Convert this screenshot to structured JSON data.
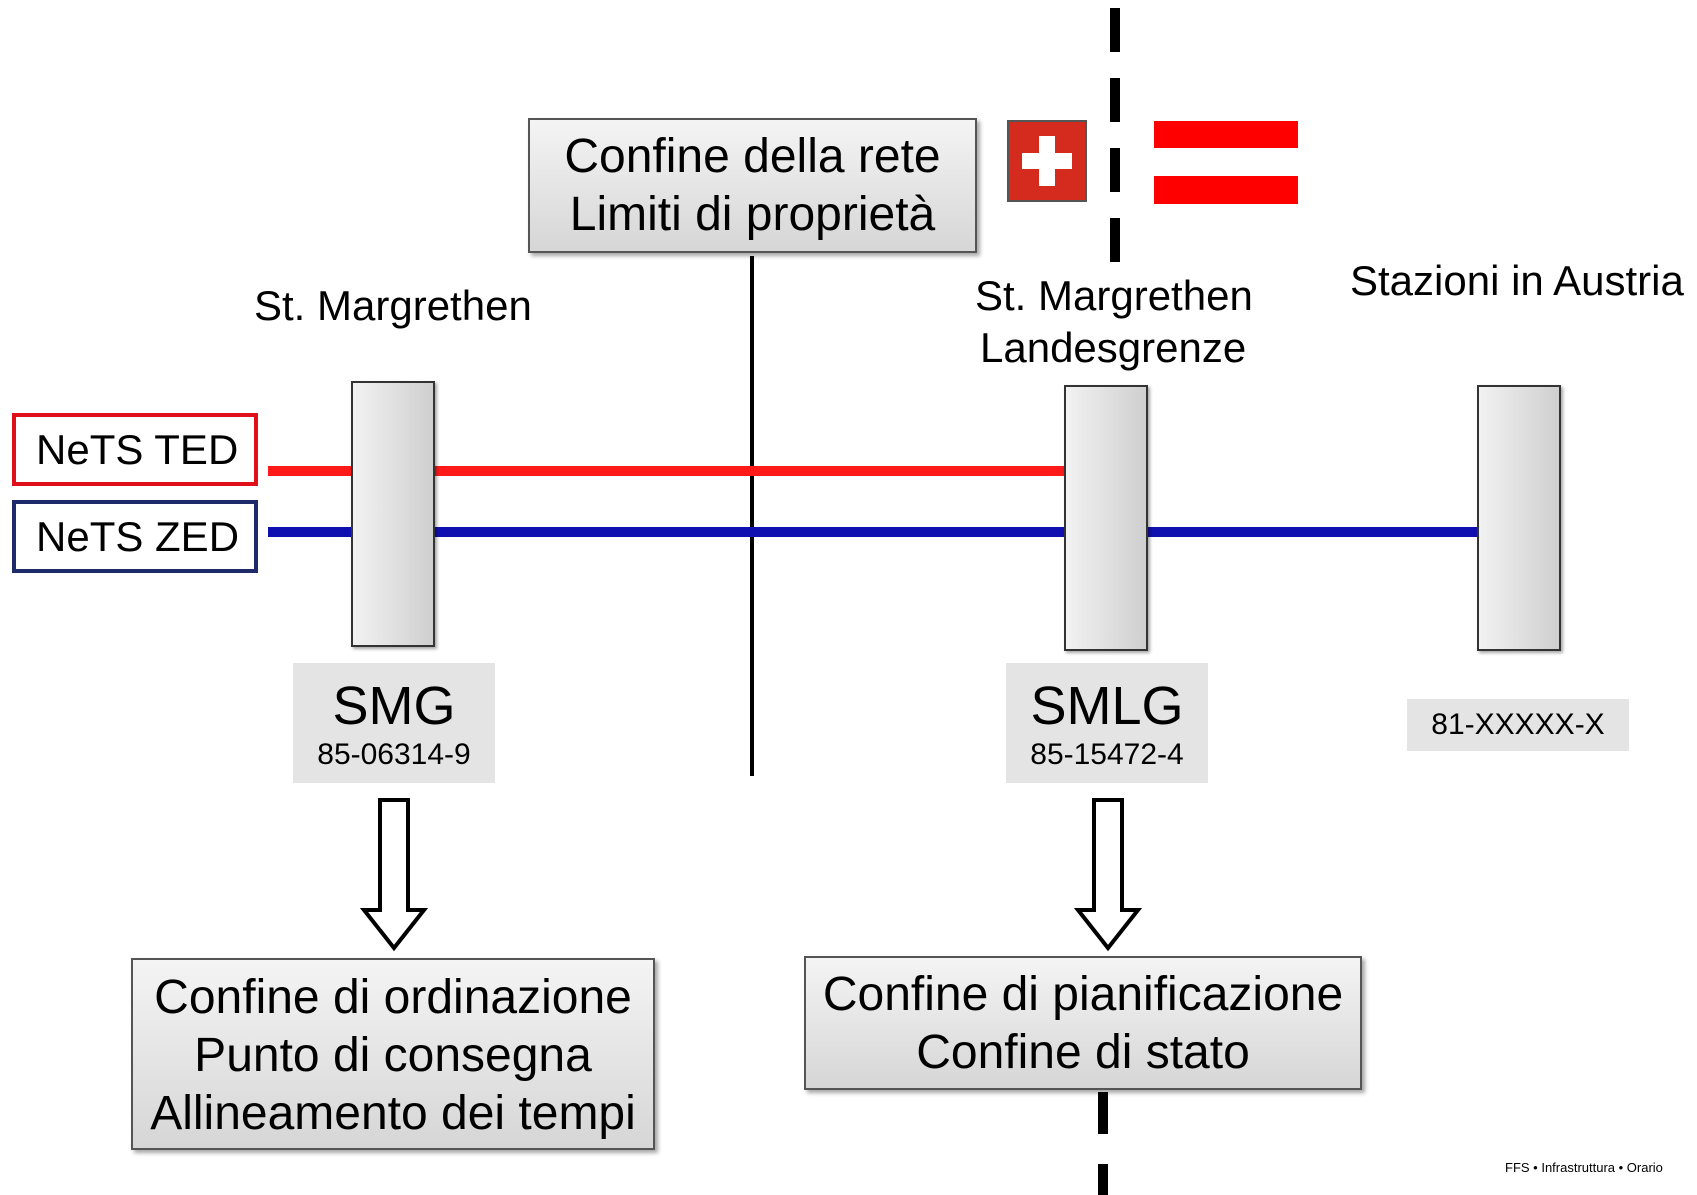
{
  "network_box": {
    "line1": "Confine della rete",
    "line2": "Limiti di proprietà"
  },
  "labels": {
    "smg_name": "St. Margrethen",
    "smlg_name_1": "St. Margrethen",
    "smlg_name_2": "Landesgrenze",
    "austria": "Stazioni in Austria"
  },
  "legend": {
    "ted": "NeTS TED",
    "zed": "NeTS ZED"
  },
  "stations": {
    "smg": {
      "code": "SMG",
      "number": "85-06314-9"
    },
    "smlg": {
      "code": "SMLG",
      "number": "85-15472-4"
    },
    "austria": {
      "number": "81-XXXXX-X"
    }
  },
  "ordering_box": {
    "line1": "Confine di ordinazione",
    "line2": "Punto di consegna",
    "line3": "Allineamento dei tempi"
  },
  "planning_box": {
    "line1": "Confine di pianificazione",
    "line2": "Confine di stato"
  },
  "footer": "FFS • Infrastruttura • Orario",
  "colors": {
    "ted_line": "#ff1a1a",
    "zed_line": "#1010b0",
    "ted_border": "#e0101a",
    "zed_border": "#1f2a6b",
    "swiss_red": "#d52b1e",
    "austria_red": "#ff0000"
  },
  "icons": {
    "swiss_flag": "swiss-flag-icon",
    "austria_flag": "austria-flag-icon"
  }
}
